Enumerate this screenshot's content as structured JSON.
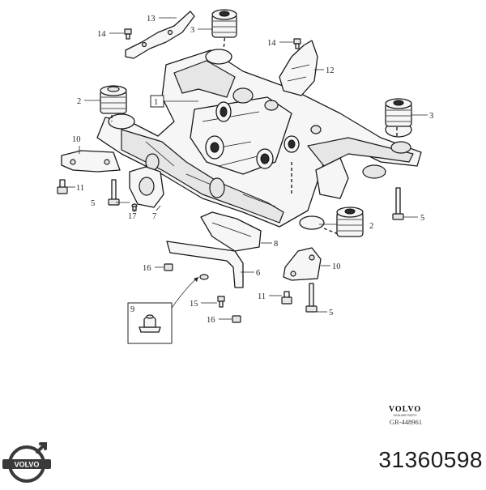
{
  "callouts": {
    "c1": "1",
    "c2a": "2",
    "c2b": "2",
    "c3a": "3",
    "c3b": "3",
    "c5a": "5",
    "c5b": "5",
    "c5c": "5",
    "c6": "6",
    "c7": "7",
    "c8": "8",
    "c9": "9",
    "c10a": "10",
    "c10b": "10",
    "c11a": "11",
    "c11b": "11",
    "c12": "12",
    "c13": "13",
    "c14a": "14",
    "c14b": "14",
    "c15": "15",
    "c16a": "16",
    "c16b": "16",
    "c17": "17"
  },
  "brand": {
    "wordmark": "VOLVO",
    "subtitle": "GENUINE PARTS",
    "reference": "GR-448961"
  },
  "logo": {
    "text": "VOLVO",
    "color": "#3a3a3a"
  },
  "part_number": "31360598"
}
